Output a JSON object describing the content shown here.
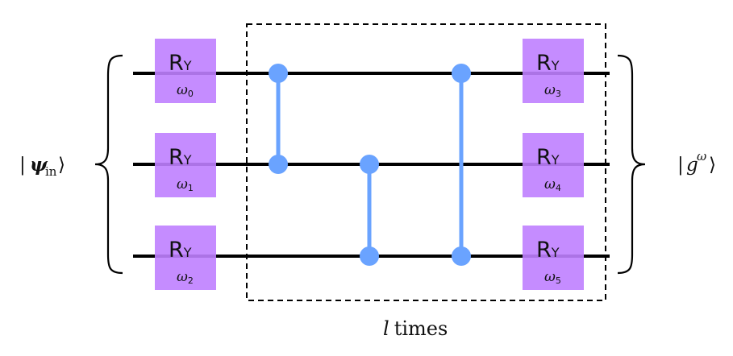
{
  "input_state": {
    "open": "|",
    "symbol": "ψ",
    "subscript": "in",
    "close": "⟩"
  },
  "output_state": {
    "open": "|",
    "symbol": "g",
    "superscript": "ω",
    "close": "⟩"
  },
  "gates": [
    {
      "label": "R",
      "sub": "Y",
      "param": "ω",
      "param_sub": "0"
    },
    {
      "label": "R",
      "sub": "Y",
      "param": "ω",
      "param_sub": "1"
    },
    {
      "label": "R",
      "sub": "Y",
      "param": "ω",
      "param_sub": "2"
    },
    {
      "label": "R",
      "sub": "Y",
      "param": "ω",
      "param_sub": "3"
    },
    {
      "label": "R",
      "sub": "Y",
      "param": "ω",
      "param_sub": "4"
    },
    {
      "label": "R",
      "sub": "Y",
      "param": "ω",
      "param_sub": "5"
    }
  ],
  "repeat_label": {
    "var": "l",
    "text": "times"
  },
  "colors": {
    "gate": "#bf80ff",
    "entangler": "#6aa3ff",
    "wire": "#000000",
    "box": "#000000"
  }
}
